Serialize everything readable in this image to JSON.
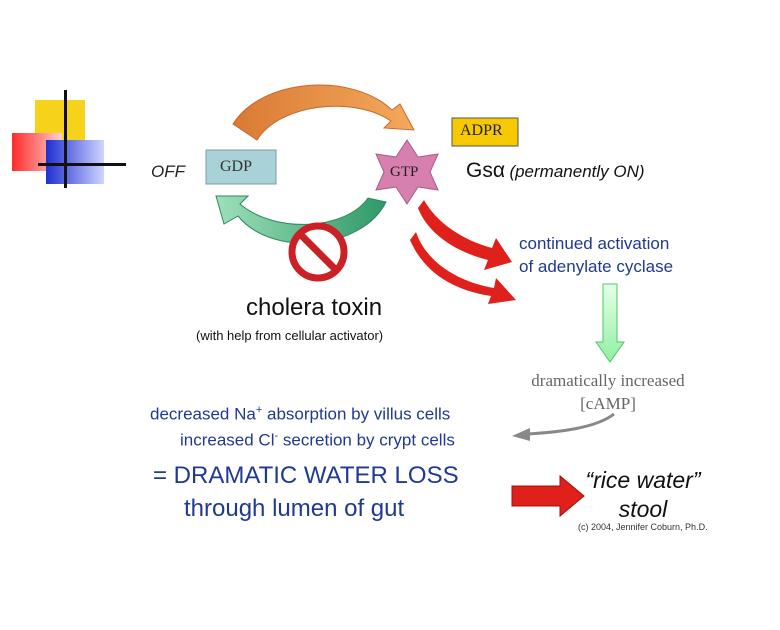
{
  "diagram": {
    "off_label": "OFF",
    "gdp_label": "GDP",
    "gtp_label": "GTP",
    "adpr_label": "ADPR",
    "gs_symbol": "Gsα",
    "gs_state": "(permanently ON)",
    "activation_line1": "continued activation",
    "activation_line2": "of adenylate cyclase",
    "toxin_label": "cholera toxin",
    "toxin_sub": "(with help from cellular activator)",
    "camp_line1": "dramatically increased",
    "camp_line2": "[cAMP]",
    "na_prefix": "decreased Na",
    "na_sup": "+",
    "na_suffix": " absorption by villus cells",
    "cl_prefix": "increased Cl",
    "cl_sup": "-",
    "cl_suffix": " secretion by crypt cells",
    "water_loss": "= DRAMATIC WATER LOSS",
    "water_loss_sub": "through lumen of gut",
    "stool_line1": "“rice water”",
    "stool_line2": "stool",
    "copyright": "(c) 2004, Jennifer Coburn, Ph.D."
  },
  "colors": {
    "gdp_fill": "#a9d2d8",
    "gtp_fill": "#d77fae",
    "adpr_fill": "#f7c900",
    "orange_arrow": "#e58a3b",
    "green_arrow": "#3fa774",
    "red_arrow": "#e0201b",
    "light_green_arrow": "#a6f5b1",
    "grey_arrow": "#888888",
    "text_blue": "#1f3a93"
  }
}
